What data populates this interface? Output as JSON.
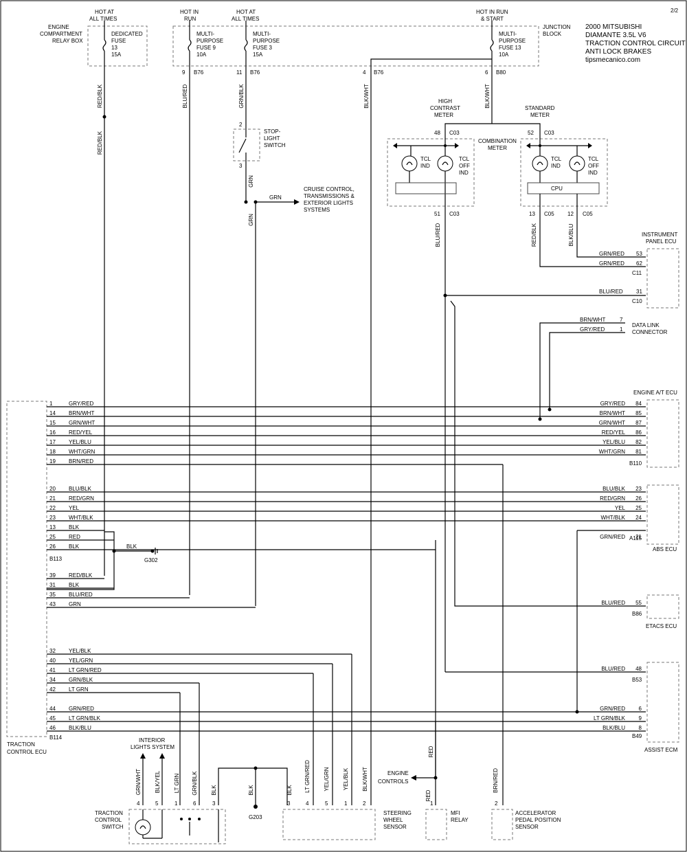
{
  "page_number": "2/2",
  "title": {
    "line1": "2000 MITSUBISHI",
    "line2": "DIAMANTE 3.5L  V6",
    "line3": "TRACTION CONTROL CIRCUIT",
    "line4": "ANTI LOCK BRAKES",
    "site": "tipsmecanico.com"
  },
  "power": {
    "hot_at_all_times": [
      "HOT AT",
      "ALL TIMES"
    ],
    "hot_in_run": [
      "HOT IN",
      "RUN"
    ],
    "hot_in_run_start": [
      "HOT IN RUN",
      "& START"
    ],
    "relay_box": [
      "ENGINE",
      "COMPARTMENT",
      "RELAY BOX"
    ],
    "junction_block": [
      "JUNCTION",
      "BLOCK"
    ],
    "fuse_dedicated": [
      "DEDICATED",
      "FUSE",
      "13",
      "15A"
    ],
    "fuse_9": [
      "MULTI-",
      "PURPOSE",
      "FUSE 9",
      "10A"
    ],
    "fuse_3": [
      "MULTI-",
      "PURPOSE",
      "FUSE 3",
      "15A"
    ],
    "fuse_13": [
      "MULTI-",
      "PURPOSE",
      "FUSE 13",
      "10A"
    ],
    "pins": [
      "9",
      "B76",
      "11",
      "B76",
      "4",
      "B76",
      "6",
      "B80"
    ]
  },
  "stoplight": {
    "label": [
      "STOP-",
      "LIGHT",
      "SWITCH"
    ],
    "pin_top": "2",
    "pin_bottom": "3",
    "out_wire": "GRN",
    "out_label": [
      "CRUISE CONTROL,",
      "TRANSMISSIONS &",
      "EXTERIOR LIGHTS",
      "SYSTEMS"
    ]
  },
  "vertical_wires": {
    "red_blk": "RED/BLK",
    "blu_red": "BLU/RED",
    "grn_blk": "GRN/BLK",
    "grn": "GRN",
    "blk_wht": "BLK/WHT",
    "red_blk_c": "RED/BLK",
    "blk_blu": "BLK/BLU"
  },
  "meter": {
    "high_contrast": [
      "HIGH",
      "CONTRAST",
      "METER"
    ],
    "standard": [
      "STANDARD",
      "METER"
    ],
    "combination": [
      "COMBINATION",
      "METER"
    ],
    "tcl_ind": [
      "TCL",
      "IND"
    ],
    "tcl_off_ind": [
      "TCL",
      "OFF",
      "IND"
    ],
    "cpu": "CPU",
    "pins": [
      "48",
      "C03",
      "52",
      "C03",
      "51",
      "C03",
      "13",
      "C05",
      "12",
      "C05"
    ]
  },
  "instrument_ecu": {
    "label": [
      "INSTRUMENT",
      "PANEL ECU"
    ],
    "rows": [
      {
        "wire": "GRN/RED",
        "pin": "53"
      },
      {
        "wire": "GRN/RED",
        "pin": "62"
      },
      {
        "wire": "BLU/RED",
        "pin": "31"
      }
    ],
    "connectors": [
      "C11",
      "C10"
    ]
  },
  "data_link": {
    "label": [
      "DATA LINK",
      "CONNECTOR"
    ],
    "rows": [
      {
        "wire": "BRN/WHT",
        "pin": "7"
      },
      {
        "wire": "GRY/RED",
        "pin": "1"
      }
    ]
  },
  "tc_ecu": {
    "label": [
      "TRACTION",
      "CONTROL ECU"
    ],
    "rows": [
      {
        "pin": "1",
        "wire": "GRY/RED"
      },
      {
        "pin": "14",
        "wire": "BRN/WHT"
      },
      {
        "pin": "15",
        "wire": "GRN/WHT"
      },
      {
        "pin": "16",
        "wire": "RED/YEL"
      },
      {
        "pin": "17",
        "wire": "YEL/BLU"
      },
      {
        "pin": "18",
        "wire": "WHT/GRN"
      },
      {
        "pin": "19",
        "wire": "BRN/RED"
      },
      {
        "pin": "20",
        "wire": "BLU/BLK"
      },
      {
        "pin": "21",
        "wire": "RED/GRN"
      },
      {
        "pin": "22",
        "wire": "YEL"
      },
      {
        "pin": "23",
        "wire": "WHT/BLK"
      },
      {
        "pin": "13",
        "wire": "BLK"
      },
      {
        "pin": "25",
        "wire": "RED"
      },
      {
        "pin": "26",
        "wire": "BLK"
      },
      {
        "pin": "39",
        "wire": "RED/BLK"
      },
      {
        "pin": "31",
        "wire": "BLK"
      },
      {
        "pin": "35",
        "wire": "BLU/RED"
      },
      {
        "pin": "43",
        "wire": "GRN"
      },
      {
        "pin": "32",
        "wire": "YEL/BLK"
      },
      {
        "pin": "40",
        "wire": "YEL/GRN"
      },
      {
        "pin": "41",
        "wire": "LT GRN/RED"
      },
      {
        "pin": "34",
        "wire": "GRN/BLK"
      },
      {
        "pin": "42",
        "wire": "LT GRN"
      },
      {
        "pin": "44",
        "wire": "GRN/RED"
      },
      {
        "pin": "45",
        "wire": "LT GRN/BLK"
      },
      {
        "pin": "46",
        "wire": "BLK/BLU"
      }
    ],
    "connectors": [
      "B113",
      "B114"
    ],
    "ground_wire": "BLK",
    "ground": "G302"
  },
  "engine_at_ecu": {
    "label": "ENGINE A/T ECU",
    "rows": [
      {
        "wire": "GRY/RED",
        "pin": "84"
      },
      {
        "wire": "BRN/WHT",
        "pin": "85"
      },
      {
        "wire": "GRN/WHT",
        "pin": "87"
      },
      {
        "wire": "RED/YEL",
        "pin": "86"
      },
      {
        "wire": "YEL/BLU",
        "pin": "82"
      },
      {
        "wire": "WHT/GRN",
        "pin": "81"
      }
    ],
    "connector": "B110"
  },
  "abs_ecu": {
    "label": "ABS ECU",
    "rows": [
      {
        "wire": "BLU/BLK",
        "pin": "23"
      },
      {
        "wire": "RED/GRN",
        "pin": "26"
      },
      {
        "wire": "YEL",
        "pin": "25"
      },
      {
        "wire": "WHT/BLK",
        "pin": "24"
      },
      {
        "wire": "GRN/RED",
        "pin": "21"
      }
    ],
    "connector": "A115"
  },
  "etacs_ecu": {
    "label": "ETACS ECU",
    "row": {
      "wire": "BLU/RED",
      "pin": "55"
    },
    "connector": "B86"
  },
  "assist_ecm": {
    "label": "ASSIST ECM",
    "rows": [
      {
        "wire": "BLU/RED",
        "pin": "48"
      },
      {
        "wire": "GRN/RED",
        "pin": "6"
      },
      {
        "wire": "LT GRN/BLK",
        "pin": "9"
      },
      {
        "wire": "BLK/BLU",
        "pin": "8"
      }
    ],
    "connectors": [
      "B53",
      "B49"
    ]
  },
  "bottom": {
    "interior": [
      "INTERIOR",
      "LIGHTS SYSTEM"
    ],
    "tc_switch": [
      "TRACTION",
      "CONTROL",
      "SWITCH"
    ],
    "steering": [
      "STEERING",
      "WHEEL",
      "SENSOR"
    ],
    "mfi": [
      "MFI",
      "RELAY"
    ],
    "accel": [
      "ACCELERATOR",
      "PEDAL POSITION",
      "SENSOR"
    ],
    "engine_controls": [
      "ENGINE",
      "CONTROLS"
    ],
    "ground": "G203",
    "wires": [
      "GRN/WHT",
      "BLK/YEL",
      "LT GRN",
      "GRN/BLK",
      "BLK",
      "BLK",
      "BLK",
      "LT GRN/RED",
      "YEL/GRN",
      "YEL/BLK",
      "BLK/WHT",
      "RED",
      "RED",
      "BRN/RED"
    ],
    "pins": [
      "4",
      "5",
      "1",
      "6",
      "3",
      "3",
      "4",
      "5",
      "1",
      "2",
      "1",
      "2"
    ]
  }
}
